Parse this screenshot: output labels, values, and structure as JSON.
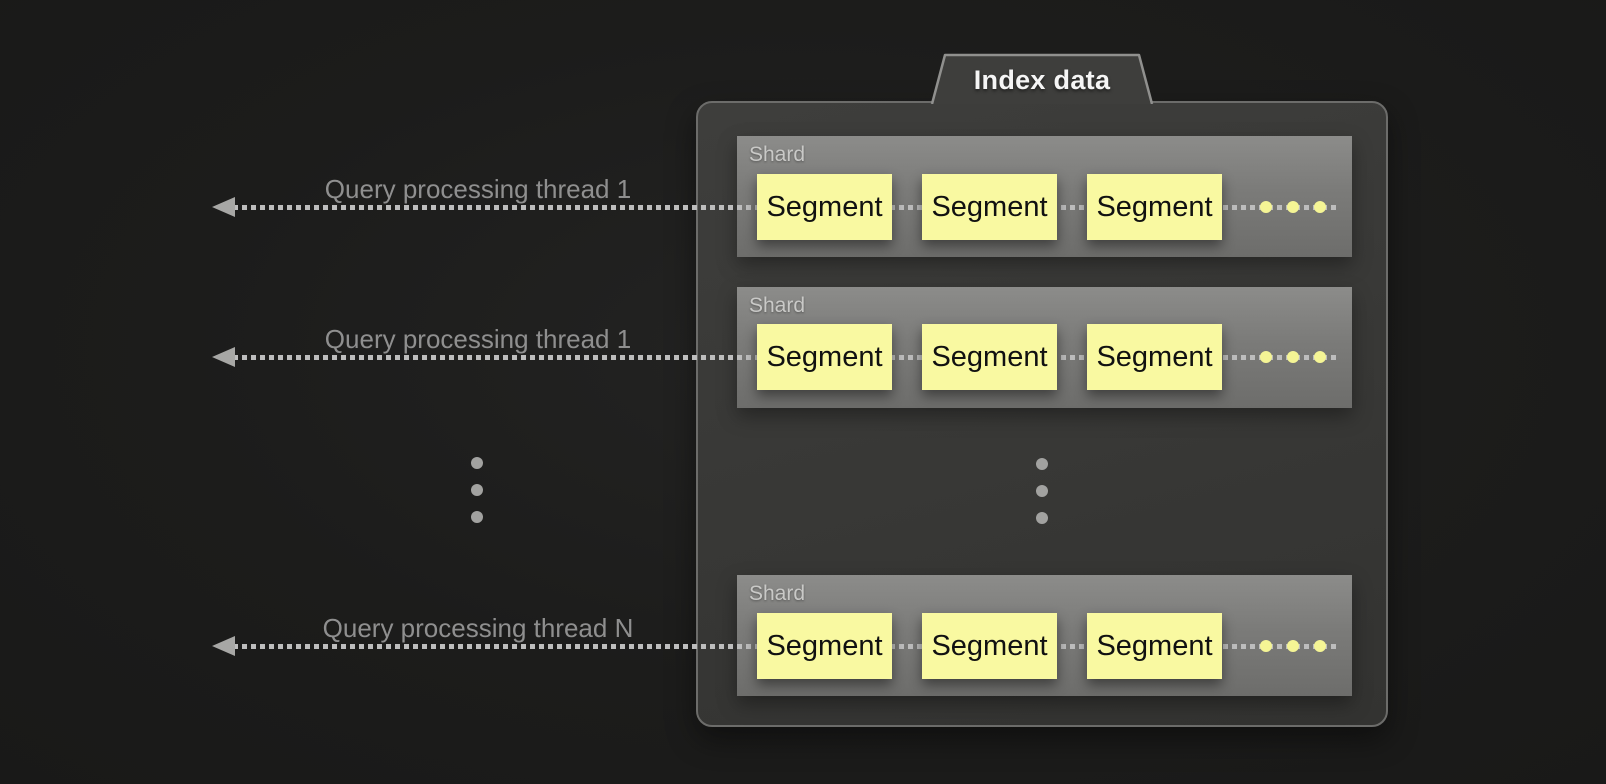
{
  "title": "Index data",
  "threads": [
    {
      "label": "Query processing thread 1"
    },
    {
      "label": "Query processing thread 1"
    },
    {
      "label": "Query processing thread N"
    }
  ],
  "shards": [
    {
      "label": "Shard",
      "segments": [
        "Segment",
        "Segment",
        "Segment"
      ]
    },
    {
      "label": "Shard",
      "segments": [
        "Segment",
        "Segment",
        "Segment"
      ]
    },
    {
      "label": "Shard",
      "segments": [
        "Segment",
        "Segment",
        "Segment"
      ]
    }
  ],
  "colors": {
    "background": "#1c1c1b",
    "container_fill": "#3a3a38",
    "container_border": "#6c6c6a",
    "tab_border": "#90908e",
    "shard_fill": "#7d7d7b",
    "shard_label_text": "#c9c9c7",
    "segment_fill": "#f9f9a1",
    "segment_text": "#111111",
    "ellipsis_yellow": "#f5f595",
    "arrow_line": "#bdbdbd",
    "arrowhead": "#a7a7a5",
    "thread_label_text": "#8f8f8f",
    "title_text": "#f5f5f5"
  }
}
